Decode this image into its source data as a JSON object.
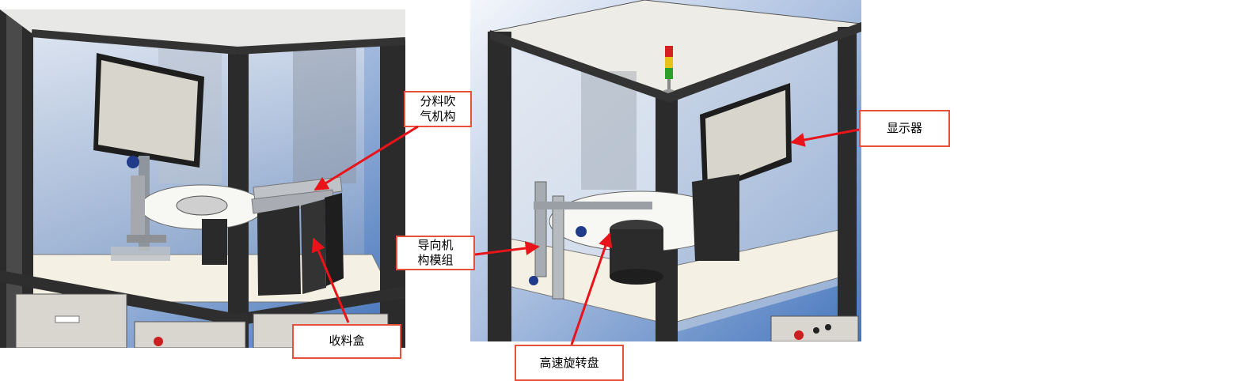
{
  "labels": {
    "feed_blow_mechanism": {
      "line1": "分料吹",
      "line2": "气机构"
    },
    "collection_box": "收料盒",
    "guide_module": {
      "line1": "导向机",
      "line2": "构模组"
    },
    "display_screen": "显示器",
    "rotary_disk": "高速旋转盘"
  },
  "colors": {
    "callout_border": "#e8503a",
    "arrow": "#e8141a",
    "frame": "#2b2b2b",
    "glass_top": "#eef3fb",
    "glass_bottom": "#3d6fb8",
    "deck": "#f4f1e4"
  }
}
